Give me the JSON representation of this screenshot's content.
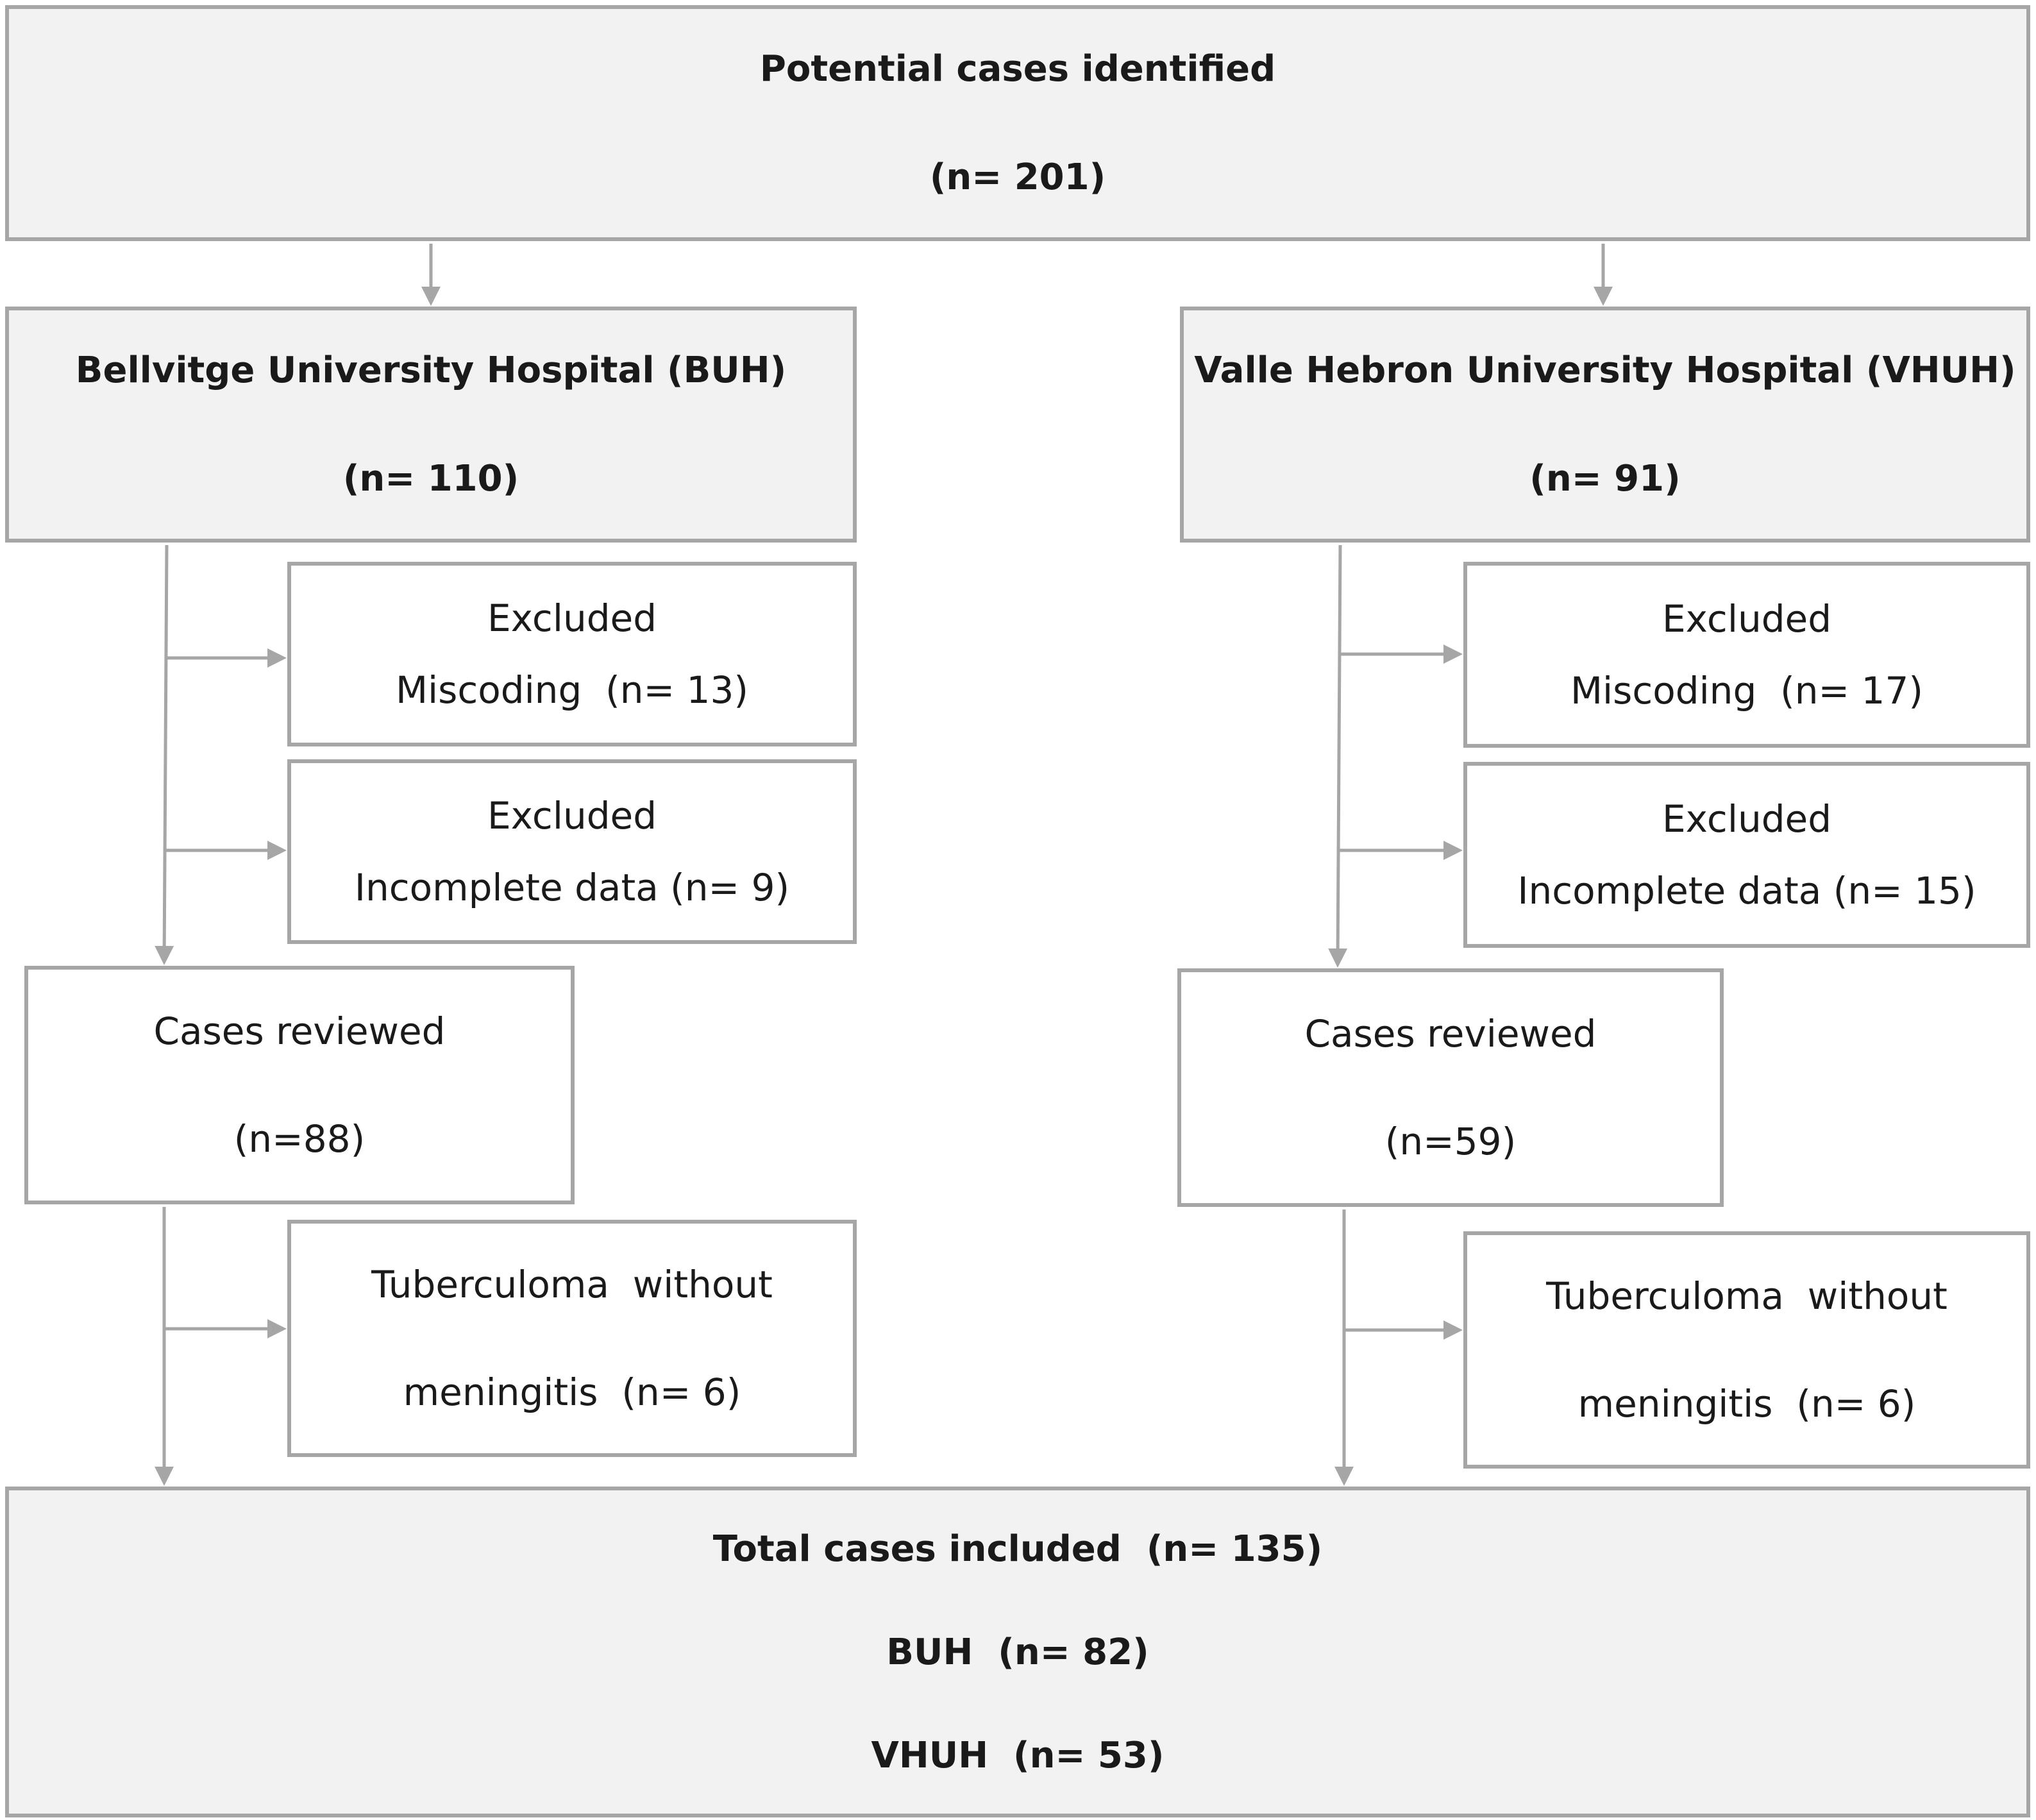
{
  "potential": {
    "title": "Potential cases identified",
    "count": "(n= 201)"
  },
  "buh": {
    "title": "Bellvitge University Hospital (BUH)",
    "count": "(n= 110)",
    "excluded_miscoding": {
      "label": "Excluded",
      "detail": "Miscoding  (n= 13)"
    },
    "excluded_incomplete": {
      "label": "Excluded",
      "detail": "Incomplete data (n= 9)"
    },
    "reviewed": {
      "label": "Cases reviewed",
      "count": "(n=88)"
    },
    "tuberculoma": {
      "line1": "Tuberculoma  without",
      "line2": "meningitis  (n= 6)"
    }
  },
  "vhuh": {
    "title": "Valle Hebron University Hospital (VHUH)",
    "count": "(n= 91)",
    "excluded_miscoding": {
      "label": "Excluded",
      "detail": "Miscoding  (n= 17)"
    },
    "excluded_incomplete": {
      "label": "Excluded",
      "detail": "Incomplete data (n= 15)"
    },
    "reviewed": {
      "label": "Cases reviewed",
      "count": "(n=59)"
    },
    "tuberculoma": {
      "line1": "Tuberculoma  without",
      "line2": "meningitis  (n= 6)"
    }
  },
  "total": {
    "title": "Total cases included  (n= 135)",
    "buh": "BUH  (n= 82)",
    "vhuh": "VHUH  (n= 53)"
  },
  "colors": {
    "border": "#a6a6a6",
    "header_fill": "#f2f2f2",
    "connector": "#a6a6a6"
  }
}
